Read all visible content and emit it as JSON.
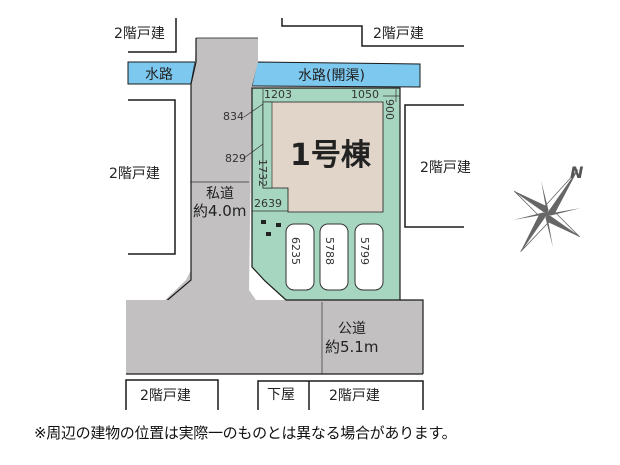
{
  "colors": {
    "water": "#7cc8ef",
    "road": "#c2c0c1",
    "lot": "#a6d6c0",
    "building": "#e0d5c8",
    "outline": "#1a1a1a",
    "compass": "#666666"
  },
  "neighbors": {
    "top_left": "2階戸建",
    "top_right": "2階戸建",
    "left": "2階戸建",
    "right": "2階戸建",
    "bottom_left": "2階戸建",
    "bottom_shed": "下屋",
    "bottom_right": "2階戸建"
  },
  "waterways": {
    "left": "水路",
    "right": "水路(開渠)"
  },
  "building": {
    "label": "1号棟"
  },
  "dimensions": {
    "top_left": "1203",
    "top_right": "1050",
    "right_side": "900",
    "left_upper": "834",
    "left_lower": "829",
    "step_vertical": "1732",
    "step_horizontal": "2639",
    "parking_1": "6235",
    "parking_2": "5788",
    "parking_3": "5799"
  },
  "roads": {
    "private_name": "私道",
    "private_width": "約4.0m",
    "public_name": "公道",
    "public_width": "約5.1m"
  },
  "compass": {
    "north_label": "N"
  },
  "footnote": "※周辺の建物の位置は実際一のものとは異なる場合があります。"
}
